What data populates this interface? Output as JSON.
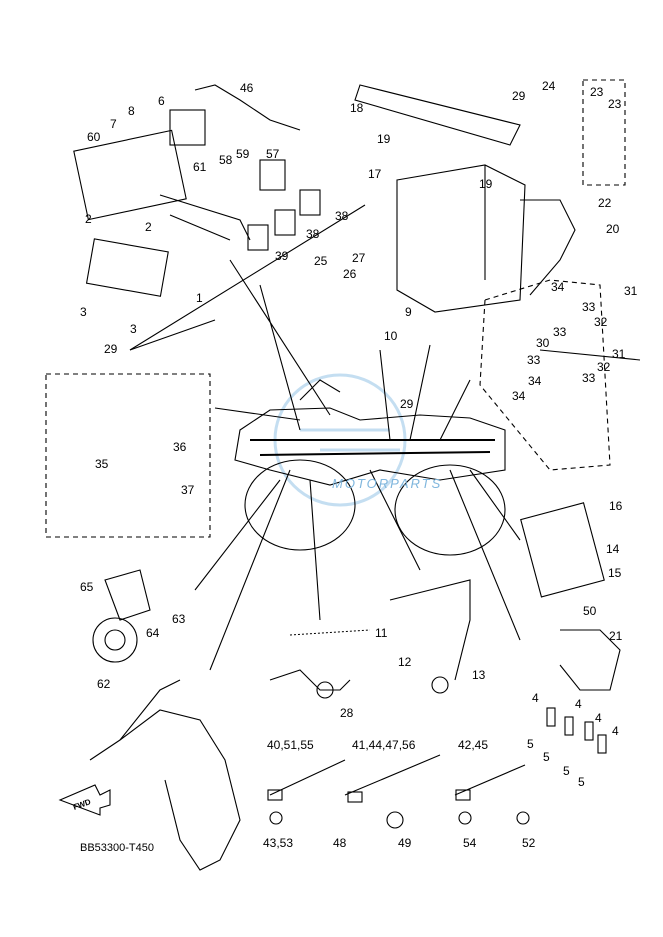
{
  "diagram": {
    "code": "BB53300-T450",
    "watermark": "MOTORPARTS",
    "fwd_label": "FWD",
    "callouts": [
      "46",
      "6",
      "8",
      "7",
      "60",
      "61",
      "58",
      "59",
      "57",
      "38",
      "2",
      "2",
      "38",
      "39",
      "1",
      "3",
      "3",
      "18",
      "29",
      "24",
      "23",
      "23",
      "19",
      "19",
      "17",
      "22",
      "20",
      "25",
      "26",
      "27",
      "9",
      "10",
      "34",
      "31",
      "33",
      "32",
      "33",
      "30",
      "33",
      "31",
      "32",
      "33",
      "34",
      "34",
      "29",
      "29",
      "35",
      "36",
      "37",
      "16",
      "14",
      "15",
      "65",
      "63",
      "64",
      "50",
      "21",
      "11",
      "12",
      "13",
      "4",
      "4",
      "4",
      "5",
      "4",
      "5",
      "5",
      "5",
      "62",
      "28",
      "40,51,55",
      "41,44,47,56",
      "42,45",
      "43,53",
      "48",
      "49",
      "54",
      "52"
    ]
  }
}
